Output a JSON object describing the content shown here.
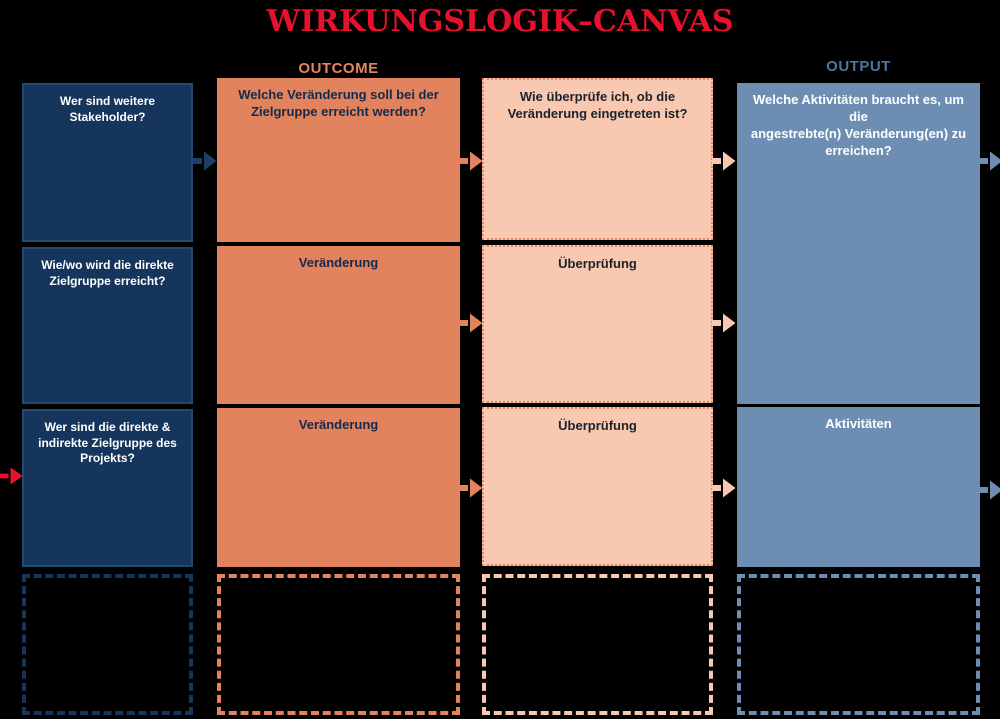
{
  "title": "WIRKUNGSLOGIK–CANVAS",
  "headers": {
    "outcome": "OUTCOME",
    "output": "OUTPUT"
  },
  "columns": {
    "stakeholder": {
      "boxes": [
        {
          "label": "Wer sind weitere\nStakeholder?"
        },
        {
          "label": "Wie/wo wird die direkte\nZielgruppe erreicht?"
        },
        {
          "label": "Wer sind die direkte &\nindirekte Zielgruppe des\nProjekts?"
        }
      ]
    },
    "outcome": {
      "boxes": [
        {
          "label": "Welche Veränderung soll bei der\nZielgruppe erreicht werden?"
        },
        {
          "label": "Veränderung"
        },
        {
          "label": "Veränderung"
        }
      ]
    },
    "verification": {
      "boxes": [
        {
          "label": "Wie überprüfe ich, ob die\nVeränderung eingetreten ist?"
        },
        {
          "label": "Überprüfung"
        },
        {
          "label": "Überprüfung"
        }
      ]
    },
    "output": {
      "boxes": [
        {
          "label": "Welche Aktivitäten braucht es, um die\nangestrebte(n) Veränderung(en) zu\nerreichen?"
        },
        {
          "label": "Aktivitäten"
        }
      ]
    }
  },
  "arrows": [
    {
      "name": "input-arrow",
      "color": "#e8112d"
    },
    {
      "name": "flow-arrow-stakeholder-to-outcome-row1",
      "color": "#1d4166"
    },
    {
      "name": "flow-arrow-outcome-to-verification-row1",
      "color": "#e2835e"
    },
    {
      "name": "flow-arrow-outcome-to-verification-row2",
      "color": "#e2835e"
    },
    {
      "name": "flow-arrow-outcome-to-verification-row3",
      "color": "#e2835e"
    },
    {
      "name": "flow-arrow-verification-to-output-row1",
      "color": "#f8c8b0"
    },
    {
      "name": "flow-arrow-verification-to-output-row2",
      "color": "#f8c8b0"
    },
    {
      "name": "flow-arrow-verification-to-output-row3",
      "color": "#f8c8b0"
    },
    {
      "name": "output-arrow-row1",
      "color": "#6e8db2"
    },
    {
      "name": "output-arrow-row3",
      "color": "#6e8db2"
    }
  ],
  "colors": {
    "background": "#000000",
    "title_red": "#e8112d",
    "navy": "#16355c",
    "salmon": "#e2835e",
    "peach": "#f8c8b0",
    "steel_blue": "#6e8db2"
  }
}
